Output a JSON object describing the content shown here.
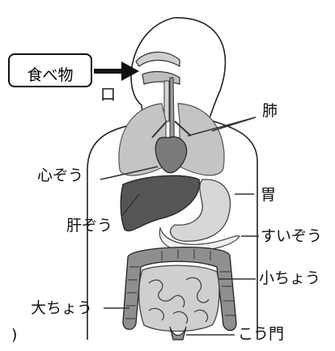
{
  "labels": {
    "food": "食べ物",
    "mouth": "口",
    "lungs": "肺",
    "heart": "心ぞう",
    "stomach": "胃",
    "liver": "肝ぞう",
    "pancreas": "すいぞう",
    "small_intestine": "小ちょう",
    "large_intestine": "大ちょう",
    "anus": "こう門",
    "bracket": ")"
  }
}
